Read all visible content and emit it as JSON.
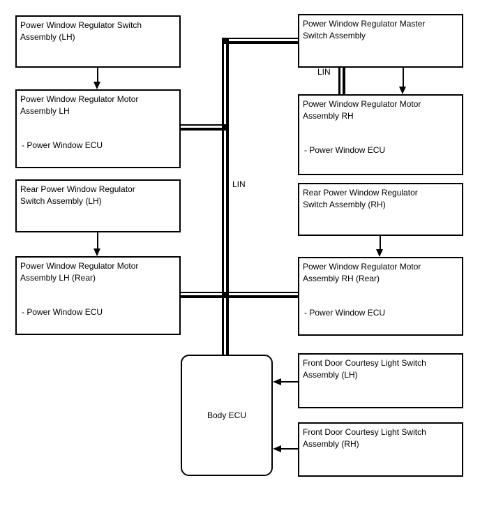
{
  "boxes": {
    "switch_lh": {
      "line1": "Power Window Regulator Switch",
      "line2": "Assembly (LH)"
    },
    "motor_lh": {
      "line1": "Power Window Regulator Motor",
      "line2": "Assembly LH",
      "note": "- Power Window ECU"
    },
    "rear_switch_lh": {
      "line1": "Rear Power Window Regulator",
      "line2": "Switch Assembly (LH)"
    },
    "motor_lh_rear": {
      "line1": "Power Window Regulator Motor",
      "line2": "Assembly LH (Rear)",
      "note": "- Power Window ECU"
    },
    "master_switch": {
      "line1": "Power Window Regulator Master",
      "line2": "Switch Assembly"
    },
    "motor_rh": {
      "line1": "Power Window Regulator Motor",
      "line2": "Assembly RH",
      "note": "- Power Window ECU"
    },
    "rear_switch_rh": {
      "line1": "Rear Power Window Regulator",
      "line2": "Switch Assembly (RH)"
    },
    "motor_rh_rear": {
      "line1": "Power Window Regulator Motor",
      "line2": "Assembly RH (Rear)",
      "note": "- Power Window ECU"
    },
    "body_ecu": {
      "label": "Body ECU"
    },
    "courtesy_lh": {
      "line1": "Front Door Courtesy Light Switch",
      "line2": "Assembly (LH)"
    },
    "courtesy_rh": {
      "line1": "Front Door Courtesy Light Switch",
      "line2": "Assembly (RH)"
    }
  },
  "bus": {
    "label_main": "LIN",
    "label_right": "LIN"
  },
  "colors": {
    "line": "#000000",
    "background": "#ffffff"
  }
}
